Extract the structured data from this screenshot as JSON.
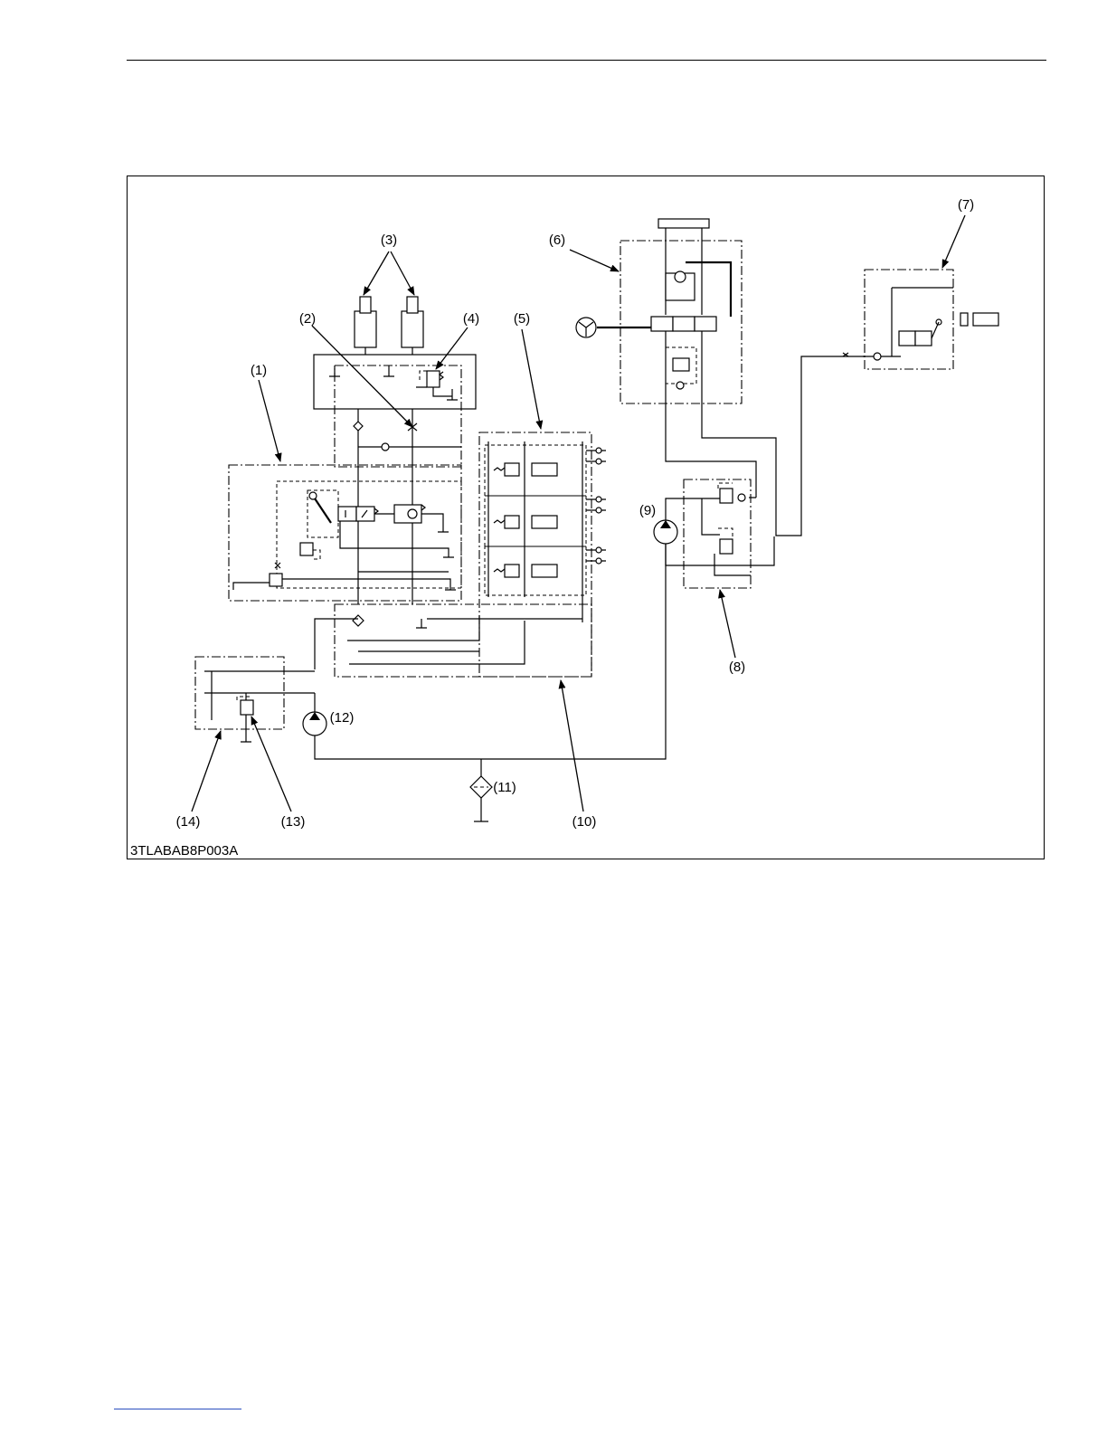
{
  "figure_id": "3TLABAB8P003A",
  "callouts": [
    {
      "id": "c1",
      "text": "(1)"
    },
    {
      "id": "c2",
      "text": "(2)"
    },
    {
      "id": "c3",
      "text": "(3)"
    },
    {
      "id": "c4",
      "text": "(4)"
    },
    {
      "id": "c5",
      "text": "(5)"
    },
    {
      "id": "c6",
      "text": "(6)"
    },
    {
      "id": "c7",
      "text": "(7)"
    },
    {
      "id": "c8",
      "text": "(8)"
    },
    {
      "id": "c9",
      "text": "(9)"
    },
    {
      "id": "c10",
      "text": "(10)"
    },
    {
      "id": "c11",
      "text": "(11)"
    },
    {
      "id": "c12",
      "text": "(12)"
    },
    {
      "id": "c13",
      "text": "(13)"
    },
    {
      "id": "c14",
      "text": "(14)"
    }
  ]
}
